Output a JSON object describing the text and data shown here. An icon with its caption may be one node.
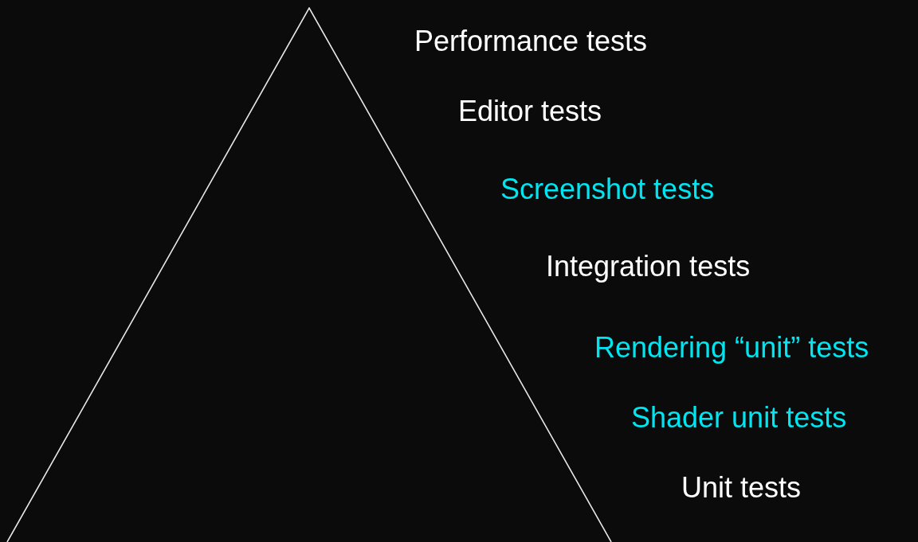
{
  "diagram": {
    "labels": [
      "Performance tests",
      "Editor tests",
      "Screenshot tests",
      "Integration tests",
      "Rendering “unit” tests",
      "Shader unit tests",
      "Unit tests"
    ]
  }
}
